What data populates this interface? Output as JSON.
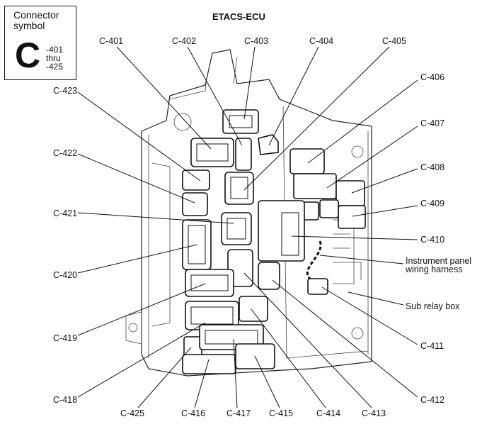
{
  "legend": {
    "title_line1": "Connector",
    "title_line2": "symbol",
    "symbol": "C",
    "range_start": "-401",
    "range_word": "thru",
    "range_end": "-425"
  },
  "diagram": {
    "title": "ETACS-ECU",
    "labels": {
      "c401": "C-401",
      "c402": "C-402",
      "c403": "C-403",
      "c404": "C-404",
      "c405": "C-405",
      "c406": "C-406",
      "c407": "C-407",
      "c408": "C-408",
      "c409": "C-409",
      "c410": "C-410",
      "ipwh1": "Instrument panel",
      "ipwh2": "wiring harness",
      "subrelay": "Sub relay box",
      "c411": "C-411",
      "c412": "C-412",
      "c413": "C-413",
      "c414": "C-414",
      "c415": "C-415",
      "c416": "C-416",
      "c417": "C-417",
      "c425": "C-425",
      "c418": "C-418",
      "c419": "C-419",
      "c420": "C-420",
      "c421": "C-421",
      "c422": "C-422",
      "c423": "C-423"
    }
  }
}
